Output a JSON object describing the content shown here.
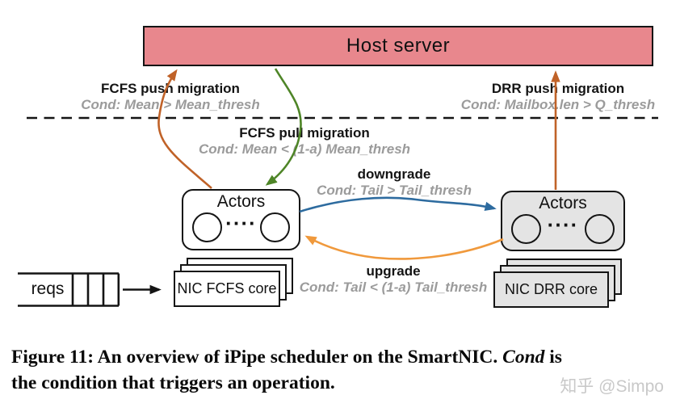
{
  "figure": {
    "host_server_label": "Host server",
    "labels": {
      "fcfs_push": {
        "title": "FCFS push migration",
        "cond": "Cond: Mean > Mean_thresh"
      },
      "drr_push": {
        "title": "DRR push migration",
        "cond": "Cond: Mailbox.len > Q_thresh"
      },
      "fcfs_pull": {
        "title": "FCFS pull migration",
        "cond": "Cond: Mean < (1-a) Mean_thresh"
      },
      "downgrade": {
        "title": "downgrade",
        "cond": "Cond: Tail > Tail_thresh"
      },
      "upgrade": {
        "title": "upgrade",
        "cond": "Cond: Tail < (1-a) Tail_thresh"
      }
    },
    "actors_left": {
      "label": "Actors",
      "dots": "····"
    },
    "actors_right": {
      "label": "Actors",
      "dots": "····"
    },
    "nic_fcfs_label": "NIC FCFS core",
    "nic_drr_label": "NIC DRR core",
    "reqs_label": "reqs"
  },
  "caption": {
    "line1_prefix": "Figure 11: An overview of iPipe scheduler on the SmartNIC. ",
    "cond_word": "Cond",
    "line1_suffix": " is",
    "line2": "the condition that triggers an operation."
  },
  "watermark": "知乎 @Simpo",
  "colors": {
    "host_fill": "#e8878d",
    "gray_fill": "#e4e4e4",
    "push_arrow": "#c06228",
    "pull_arrow": "#4e8527",
    "downgrade_arrow": "#2d6b9f",
    "upgrade_arrow": "#f0993c",
    "black_line": "#141414",
    "cond_text": "#9b9b9b"
  }
}
